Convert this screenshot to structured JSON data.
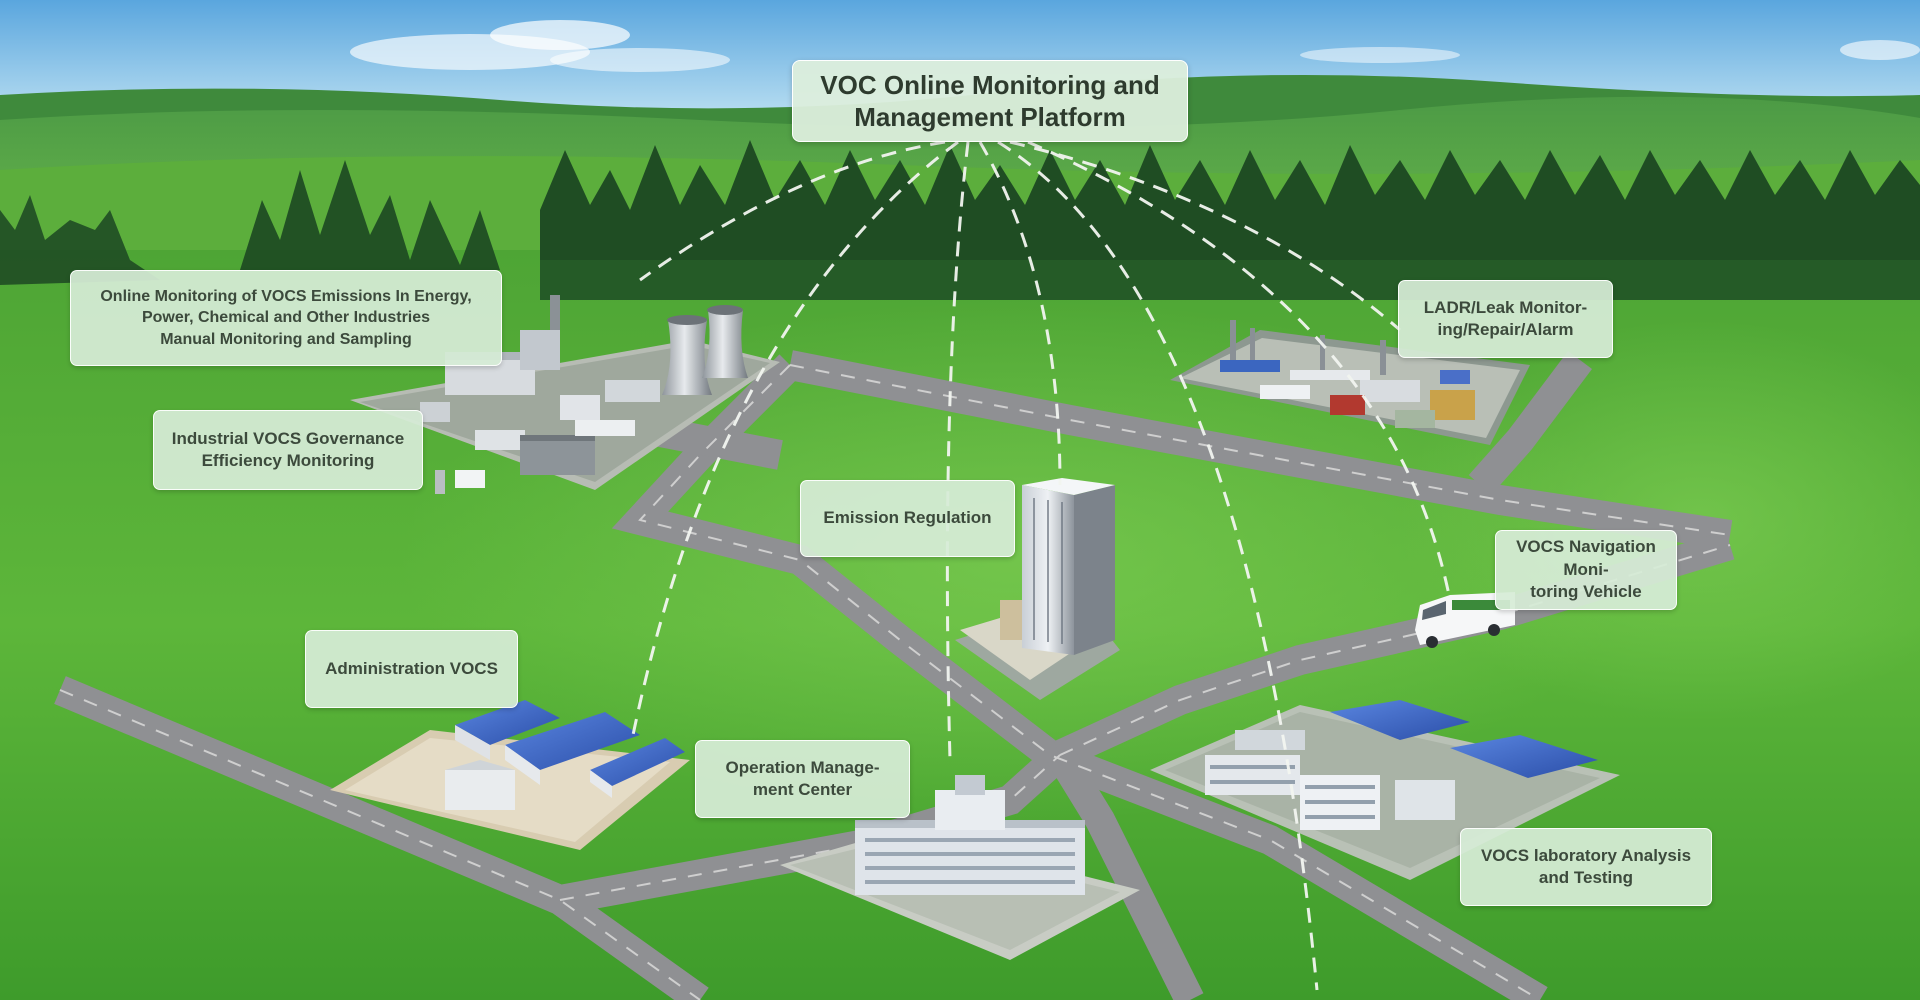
{
  "title": {
    "line1": "VOC Online Monitoring and",
    "line2": "Management Platform"
  },
  "nodes": {
    "energy": {
      "line1": "Online Monitoring of VOCS Emissions In Energy,",
      "line2": "Power, Chemical and Other  Industries",
      "line3": "Manual Monitoring and Sampling"
    },
    "governance": {
      "line1": "Industrial VOCS Governance",
      "line2": "Efficiency Monitoring"
    },
    "ladr": {
      "line1": "LADR/Leak Monitor-",
      "line2": "ing/Repair/Alarm"
    },
    "regulation": {
      "line1": "Emission Regulation"
    },
    "vehicle": {
      "line1": "VOCS Navigation Moni-",
      "line2": "toring Vehicle"
    },
    "administration": {
      "line1": "Administration VOCS"
    },
    "operation": {
      "line1": "Operation Manage-",
      "line2": "ment Center"
    },
    "laboratory": {
      "line1": "VOCS laboratory Analysis",
      "line2": "and Testing"
    }
  },
  "colors": {
    "sky_top": "#5aa6de",
    "sky_bottom": "#bfe3f3",
    "field_dark": "#3f9a2c",
    "field_light": "#6fc23f",
    "forest": "#1f4d23",
    "road": "#9a9a9a",
    "roof_blue": "#3d63c4",
    "label_bg": "#d6ecd6",
    "label_text": "#3c4a3c"
  }
}
